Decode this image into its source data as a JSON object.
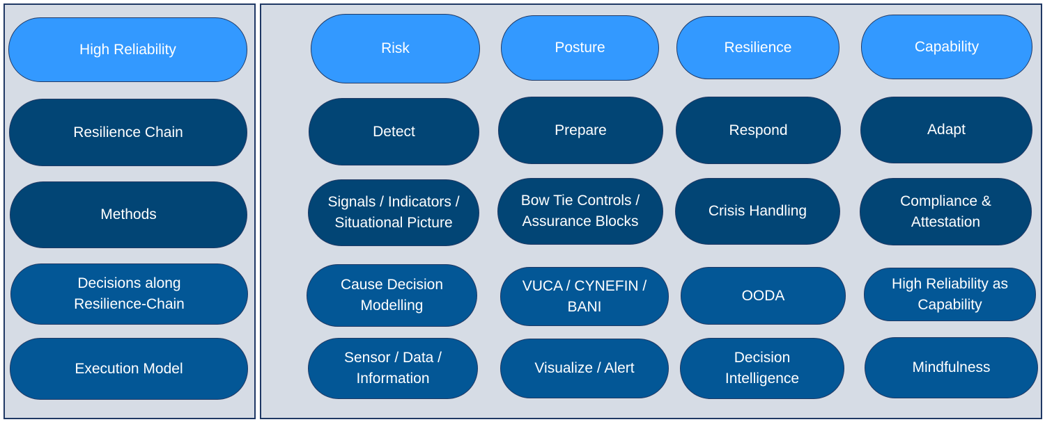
{
  "left": {
    "items": [
      {
        "label": "High Reliability"
      },
      {
        "label": "Resilience Chain"
      },
      {
        "label": "Methods"
      },
      {
        "label": "Decisions along\nResilience-Chain"
      },
      {
        "label": "Execution Model"
      }
    ]
  },
  "right": {
    "headers": [
      {
        "label": "Risk"
      },
      {
        "label": "Posture"
      },
      {
        "label": "Resilience"
      },
      {
        "label": "Capability"
      }
    ],
    "chain": [
      {
        "label": "Detect"
      },
      {
        "label": "Prepare"
      },
      {
        "label": "Respond"
      },
      {
        "label": "Adapt"
      }
    ],
    "methods": [
      {
        "label": "Signals / Indicators /\nSituational Picture"
      },
      {
        "label": "Bow Tie Controls /\nAssurance Blocks"
      },
      {
        "label": "Crisis Handling"
      },
      {
        "label": "Compliance &\nAttestation"
      }
    ],
    "decisions": [
      {
        "label": "Cause Decision\nModelling"
      },
      {
        "label": "VUCA / CYNEFIN /\nBANI"
      },
      {
        "label": "OODA"
      },
      {
        "label": "High Reliability as\nCapability"
      }
    ],
    "execution": [
      {
        "label": "Sensor / Data /\nInformation"
      },
      {
        "label": "Visualize / Alert"
      },
      {
        "label": "Decision\nIntelligence"
      },
      {
        "label": "Mindfulness"
      }
    ]
  },
  "colors": {
    "panel": "#d6dce5",
    "border": "#1f3864",
    "light_pill": "#3399ff",
    "dark_pill": "#024575",
    "mid_pill": "#035796"
  }
}
